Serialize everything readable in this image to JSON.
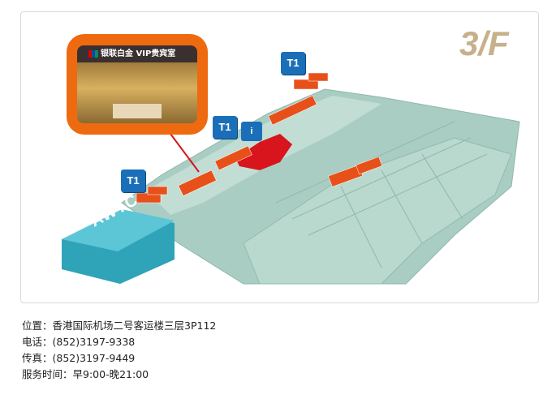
{
  "map": {
    "floor_label": "3/F",
    "building_label": "AWTC",
    "terminal_markers": [
      "T1",
      "T1",
      "T1"
    ],
    "info_icon": "information-icon",
    "photo_sign": "银联白金 VIP贵宾室",
    "colors": {
      "highlight": "#d8141c",
      "shops": "#e8501a",
      "building": "#a9cdc2",
      "awtc": "#3db4c8",
      "marker": "#1a6fb8",
      "floor": "#c7b08a",
      "photo_frame": "#ee6a10"
    }
  },
  "details": {
    "location": "位置：香港国际机场二号客运楼三层3P112",
    "phone": "电话：(852)3197-9338",
    "fax": "传真：(852)3197-9449",
    "hours": "服务时间：早9:00-晚21:00"
  }
}
